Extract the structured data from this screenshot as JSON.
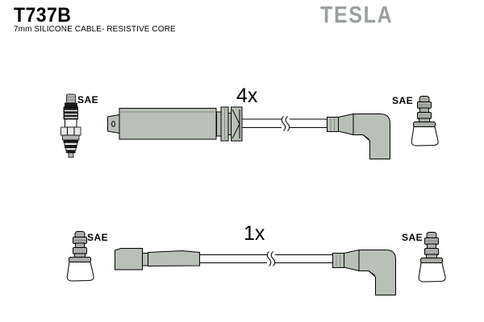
{
  "header": {
    "part_number": "T737B",
    "subtitle": "7mm SILICONE CABLE- RESISTIVE CORE",
    "brand_logo": "TESLA"
  },
  "labels": {
    "top_cable": {
      "quantity": "4x",
      "left_connector": "SAE",
      "right_connector": "SAE"
    },
    "bottom_cable": {
      "quantity": "1x",
      "left_connector": "SAE",
      "right_connector": "SAE"
    }
  },
  "icons": {
    "spark_plug": "spark-plug-icon",
    "cylinder_boot": "cylinder-boot-icon",
    "straight_boot": "straight-boot-icon",
    "elbow_boot": "elbow-boot-icon",
    "sae_terminal": "sae-terminal-icon",
    "wire_break": "wire-break-icon"
  },
  "colors": {
    "background": "#ffffff",
    "boot": "#b9c0b7",
    "boot_shade": "#848b83",
    "terminal": "#a9ada7",
    "logo": "#9aa0a1",
    "outline": "#000000"
  }
}
